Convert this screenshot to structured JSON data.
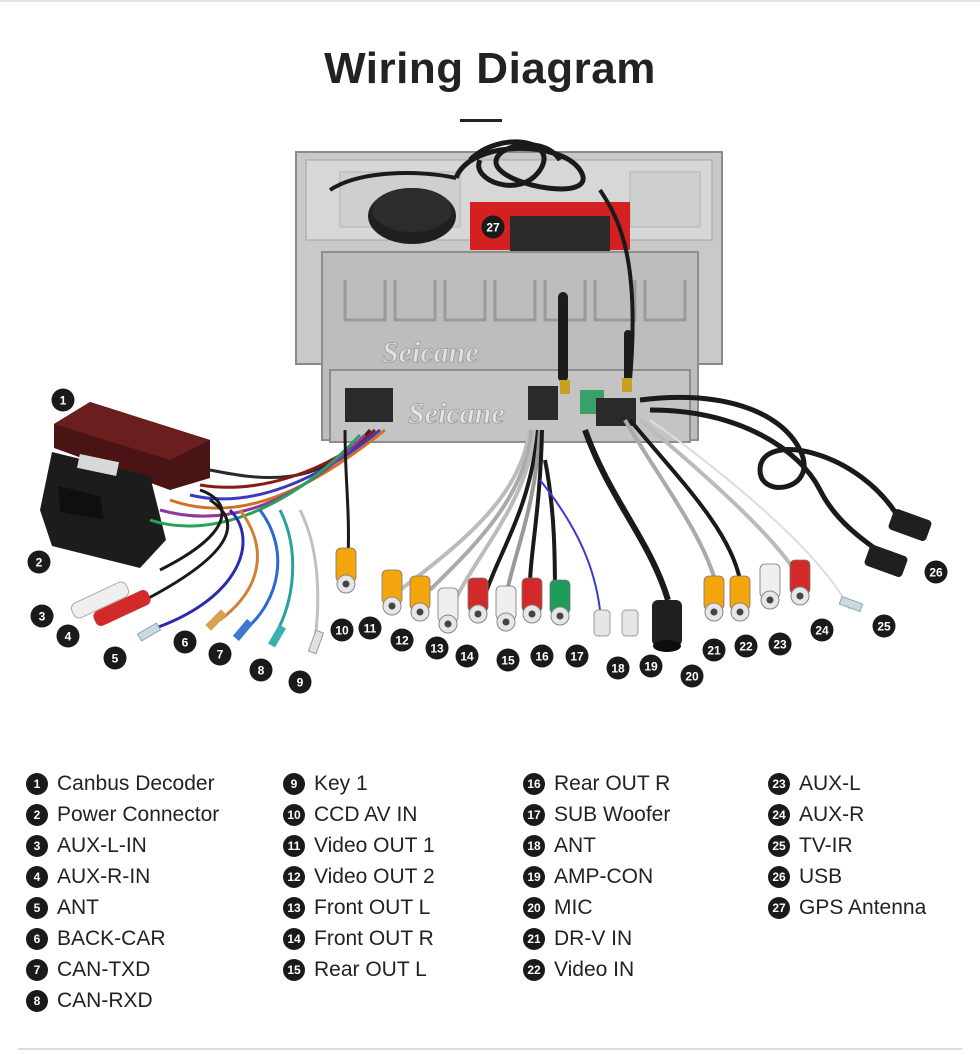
{
  "header": {
    "title": "Wiring Diagram"
  },
  "watermark": "Seicane",
  "callouts": [
    "1",
    "2",
    "3",
    "4",
    "5",
    "6",
    "7",
    "8",
    "9",
    "10",
    "11",
    "12",
    "13",
    "14",
    "15",
    "16",
    "17",
    "18",
    "19",
    "20",
    "21",
    "22",
    "23",
    "24",
    "25",
    "26",
    "27"
  ],
  "legend": {
    "column1": [
      {
        "num": "1",
        "label": "Canbus Decoder"
      },
      {
        "num": "2",
        "label": "Power Connector"
      },
      {
        "num": "3",
        "label": "AUX-L-IN"
      },
      {
        "num": "4",
        "label": "AUX-R-IN"
      },
      {
        "num": "5",
        "label": "ANT"
      },
      {
        "num": "6",
        "label": "BACK-CAR"
      },
      {
        "num": "7",
        "label": "CAN-TXD"
      },
      {
        "num": "8",
        "label": "CAN-RXD"
      }
    ],
    "column2": [
      {
        "num": "9",
        "label": "Key 1"
      },
      {
        "num": "10",
        "label": "CCD AV IN"
      },
      {
        "num": "11",
        "label": "Video OUT 1"
      },
      {
        "num": "12",
        "label": "Video OUT 2"
      },
      {
        "num": "13",
        "label": "Front OUT L"
      },
      {
        "num": "14",
        "label": "Front OUT R"
      },
      {
        "num": "15",
        "label": "Rear OUT L"
      }
    ],
    "column3": [
      {
        "num": "16",
        "label": "Rear OUT R"
      },
      {
        "num": "17",
        "label": "SUB Woofer"
      },
      {
        "num": "18",
        "label": "ANT"
      },
      {
        "num": "19",
        "label": "AMP-CON"
      },
      {
        "num": "20",
        "label": "MIC"
      },
      {
        "num": "21",
        "label": "DR-V IN"
      },
      {
        "num": "22",
        "label": "Video IN"
      }
    ],
    "column4": [
      {
        "num": "23",
        "label": "AUX-L"
      },
      {
        "num": "24",
        "label": "AUX-R"
      },
      {
        "num": "25",
        "label": "TV-IR"
      },
      {
        "num": "26",
        "label": "USB"
      },
      {
        "num": "27",
        "label": "GPS Antenna"
      }
    ]
  },
  "colors": {
    "rca_yellow": "#f4a40c",
    "rca_red": "#d22a2a",
    "rca_white": "#efefef",
    "rca_green": "#1e9a5a",
    "chassis": "#c9c9c9",
    "cable": "#1a1a1a"
  }
}
